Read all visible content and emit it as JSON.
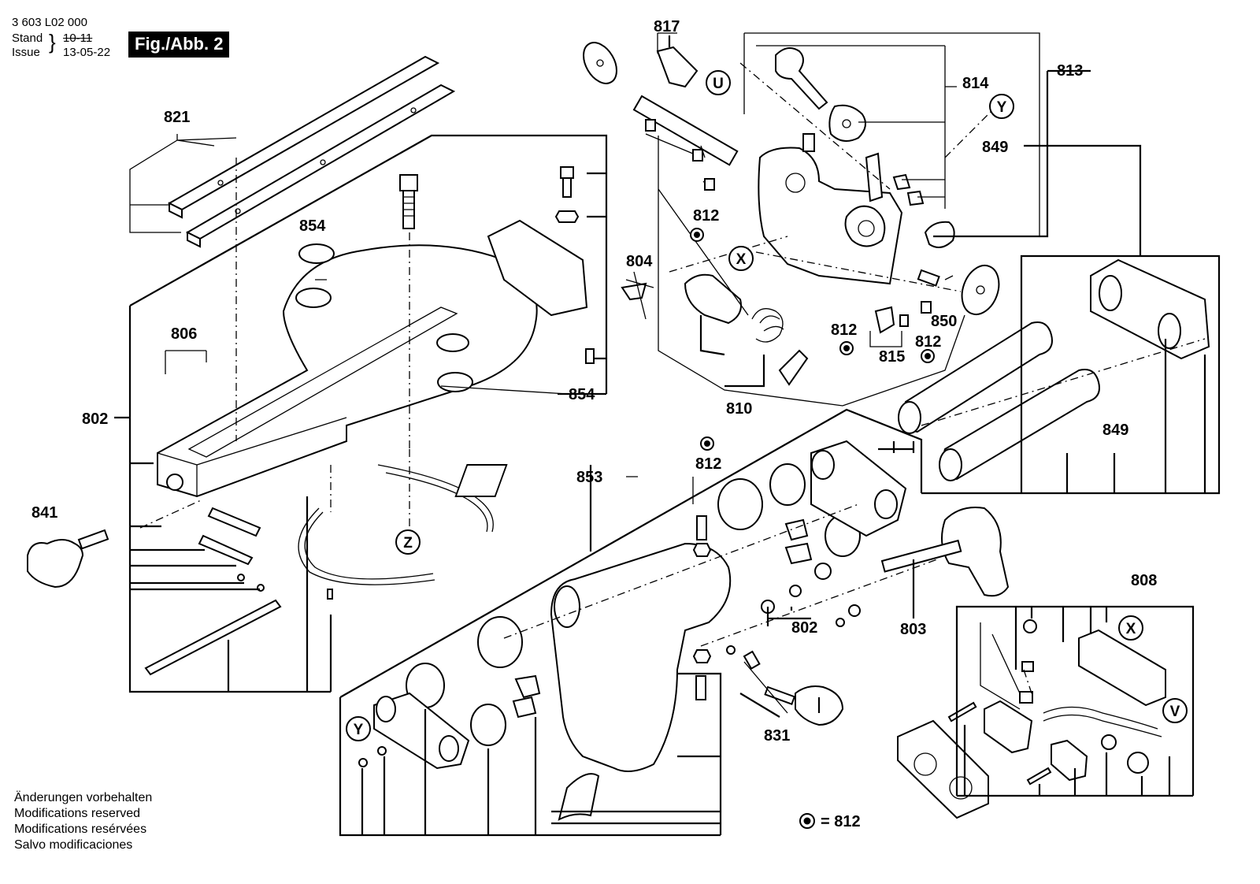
{
  "header": {
    "doc_number": "3 603 L02 000",
    "stand_label": "Stand",
    "issue_label": "Issue",
    "brace": "}",
    "stand_value": "10-11",
    "issue_value": "13-05-22",
    "figure": "Fig./Abb. 2"
  },
  "notes": [
    "Änderungen vorbehalten",
    "Modifications reserved",
    "Modifications resérvées",
    "Salvo modificaciones"
  ],
  "legend": {
    "text": "= 812"
  },
  "part_labels": {
    "p817": "817",
    "p813": "813",
    "p814": "814",
    "p849a": "849",
    "p849b": "849",
    "p821": "821",
    "p854a": "854",
    "p854b": "854",
    "p812a": "812",
    "p812b": "812",
    "p812c": "812",
    "p812d": "812",
    "p804": "804",
    "p806": "806",
    "p802a": "802",
    "p802b": "802",
    "p850": "850",
    "p815": "815",
    "p810": "810",
    "p841": "841",
    "p853": "853",
    "p803": "803",
    "p808": "808",
    "p831": "831"
  },
  "callouts": {
    "U": "U",
    "Y1": "Y",
    "Y2": "Y",
    "X1": "X",
    "X2": "X",
    "Z": "Z",
    "V": "V"
  }
}
